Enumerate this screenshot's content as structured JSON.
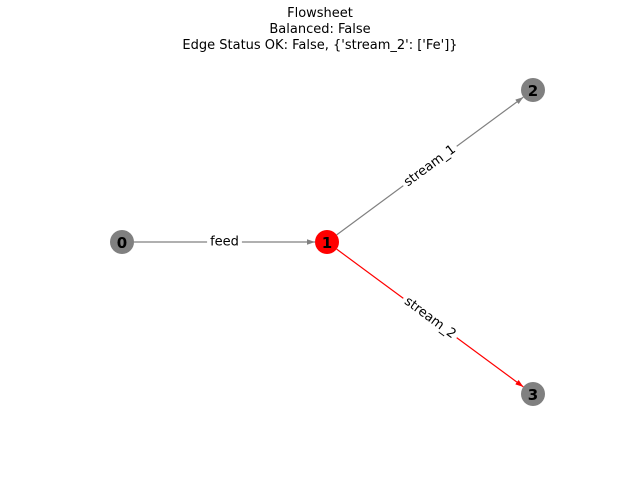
{
  "title": {
    "line1": "Flowsheet",
    "line2": "Balanced: False",
    "line3": "Edge Status OK: False, {'stream_2': ['Fe']}"
  },
  "colors": {
    "node_default": "#808080",
    "node_error": "#ff0000",
    "edge_default": "#808080",
    "edge_error": "#ff0000"
  },
  "nodes": [
    {
      "id": "0",
      "label": "0",
      "status": "ok"
    },
    {
      "id": "1",
      "label": "1",
      "status": "error"
    },
    {
      "id": "2",
      "label": "2",
      "status": "ok"
    },
    {
      "id": "3",
      "label": "3",
      "status": "ok"
    }
  ],
  "edges": [
    {
      "from": "0",
      "to": "1",
      "label": "feed",
      "status": "ok"
    },
    {
      "from": "1",
      "to": "2",
      "label": "stream_1",
      "status": "ok"
    },
    {
      "from": "1",
      "to": "3",
      "label": "stream_2",
      "status": "error"
    }
  ]
}
